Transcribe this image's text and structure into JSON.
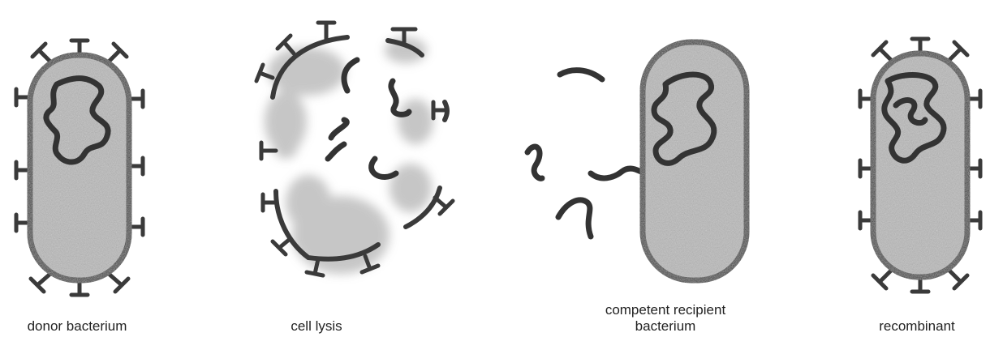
{
  "labels": {
    "donor": "donor bacterium",
    "lysis": "cell lysis",
    "recipient_line1": "competent recipient",
    "recipient_line2": "bacterium",
    "recombinant": "recombinant"
  },
  "colors": {
    "outline": "#3a3a3a",
    "cytoplasm": "#b9b9b9",
    "background": "#ffffff"
  },
  "icons": [
    "bacterium-icon",
    "lysed-cell-icon",
    "dna-fragment-icon",
    "pilus-icon"
  ]
}
